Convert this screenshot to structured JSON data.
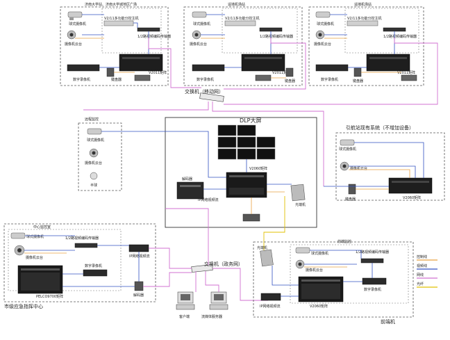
{
  "sites": [
    {
      "title": "济南大学站、济南大学城地区广场",
      "ptz": "球式摄像机",
      "pan": "摄像机云台",
      "ctrl": "V2/11多功能分控主机",
      "enc": "1/2路视频编码传输器",
      "dvr": "数字录像机",
      "kbd": "键盘器",
      "matrix": "V2011矩阵"
    },
    {
      "title": "遥墙机场站",
      "ptz": "球式摄像机",
      "pan": "摄像机云台",
      "ctrl": "V2/11多功能分控主机",
      "enc": "1/2路视频编码传输器",
      "dvr": "数字录像机",
      "kbd": "键盘器",
      "matrix": "V2011矩阵"
    },
    {
      "title": "遥墙机场站",
      "ptz": "球式摄像机",
      "pan": "摄像机云台",
      "ctrl": "V2/11多功能分控主机",
      "enc": "1/2路视频编码传输器",
      "dvr": "数字录像机",
      "kbd": "键盘器",
      "matrix": "V2011矩阵"
    }
  ],
  "switch_top": "交换机（移动网）",
  "remote": {
    "title": "远程监控",
    "ptz": "球式摄像机",
    "pan": "摄像机云台",
    "dome": "半球"
  },
  "dlp": {
    "title": "DLP大屏",
    "matrix": "V2060矩阵",
    "decoder": "解码器",
    "stream": "IP网络视频流",
    "fiber": "光端机"
  },
  "right_site": {
    "title": "引航站现有系统（不增加设备）",
    "ptz": "球式摄像机",
    "pan": "摄像机云台",
    "kbd": "键盘器",
    "matrix": "V2060矩阵"
  },
  "city": {
    "title": "市级应急指挥中心",
    "sub": "中心监控室",
    "ptz": "球式摄像机",
    "pan": "摄像机云台",
    "enc": "1/2路视频编码传输器",
    "dvr": "数字录像机",
    "stream": "IP网络视频流",
    "matrix": "PELCO9700矩阵",
    "decoder": "解码器"
  },
  "switch_bottom": "交换机（政务网）",
  "servers": {
    "client": "客户端",
    "media": "流媒体服务器"
  },
  "bottom_site": {
    "title": "前端监控",
    "fiber": "光端机",
    "ptz": "球式摄像机",
    "pan": "摄像机云台",
    "enc": "1/2路视频编码传输器",
    "dvr": "数字录像机",
    "stream": "IP网络视频流",
    "matrix": "V2060矩阵",
    "label": "前端机"
  },
  "legend": [
    {
      "label": "控制线",
      "color": "#e8a040"
    },
    {
      "label": "视频线",
      "color": "#3050c0"
    },
    {
      "label": "网线",
      "color": "#d070d0"
    },
    {
      "label": "光纤",
      "color": "#e0c000"
    }
  ]
}
